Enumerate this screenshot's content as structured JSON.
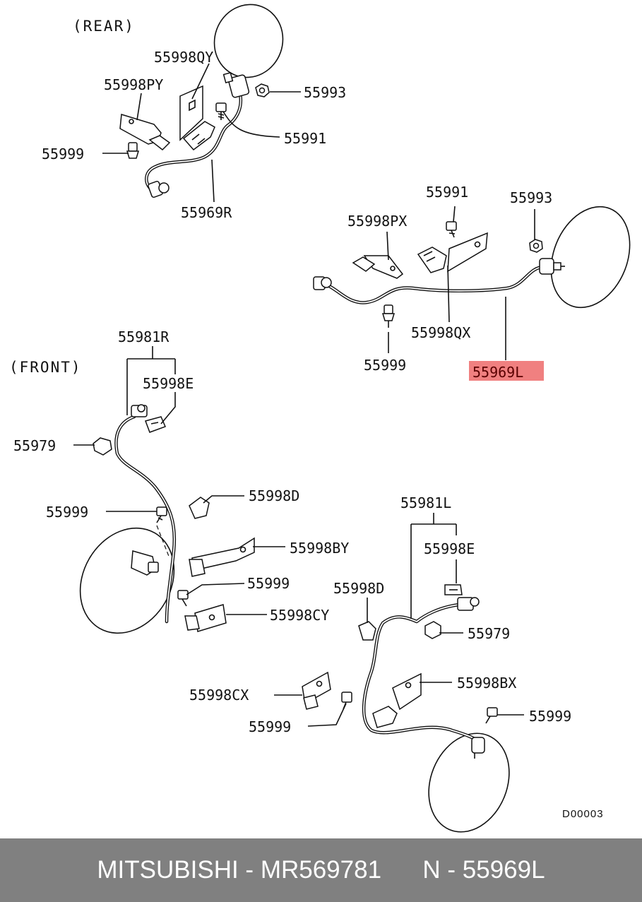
{
  "sections": {
    "rear": "(REAR)",
    "front": "(FRONT)"
  },
  "labels": {
    "rear_55998QY": "55998QY",
    "rear_55998PY": "55998PY",
    "rear_55993": "55993",
    "rear_55991": "55991",
    "rear_55999": "55999",
    "rear_55969R": "55969R",
    "rr_55991": "55991",
    "rr_55993": "55993",
    "rr_55998PX": "55998PX",
    "rr_55998QX": "55998QX",
    "rr_55999": "55999",
    "rr_55969L": "55969L",
    "fl_55981R": "55981R",
    "fl_55998E": "55998E",
    "fl_55979": "55979",
    "fl_55999a": "55999",
    "fl_55998D": "55998D",
    "fl_55998BY": "55998BY",
    "fl_55999b": "55999",
    "fl_55998CY": "55998CY",
    "fr_55981L": "55981L",
    "fr_55998E": "55998E",
    "fr_55998D": "55998D",
    "fr_55979": "55979",
    "fr_55998BX": "55998BX",
    "fr_55998CX": "55998CX",
    "fr_55999a": "55999",
    "fr_55999b": "55999"
  },
  "drawing_ref": "D00003",
  "highlight": {
    "part": "55969L",
    "color": "#f08080"
  },
  "footer": {
    "brand": "MITSUBISHI",
    "part_number": "MR569781",
    "ref": "N - 55969L",
    "background": "#808080"
  }
}
